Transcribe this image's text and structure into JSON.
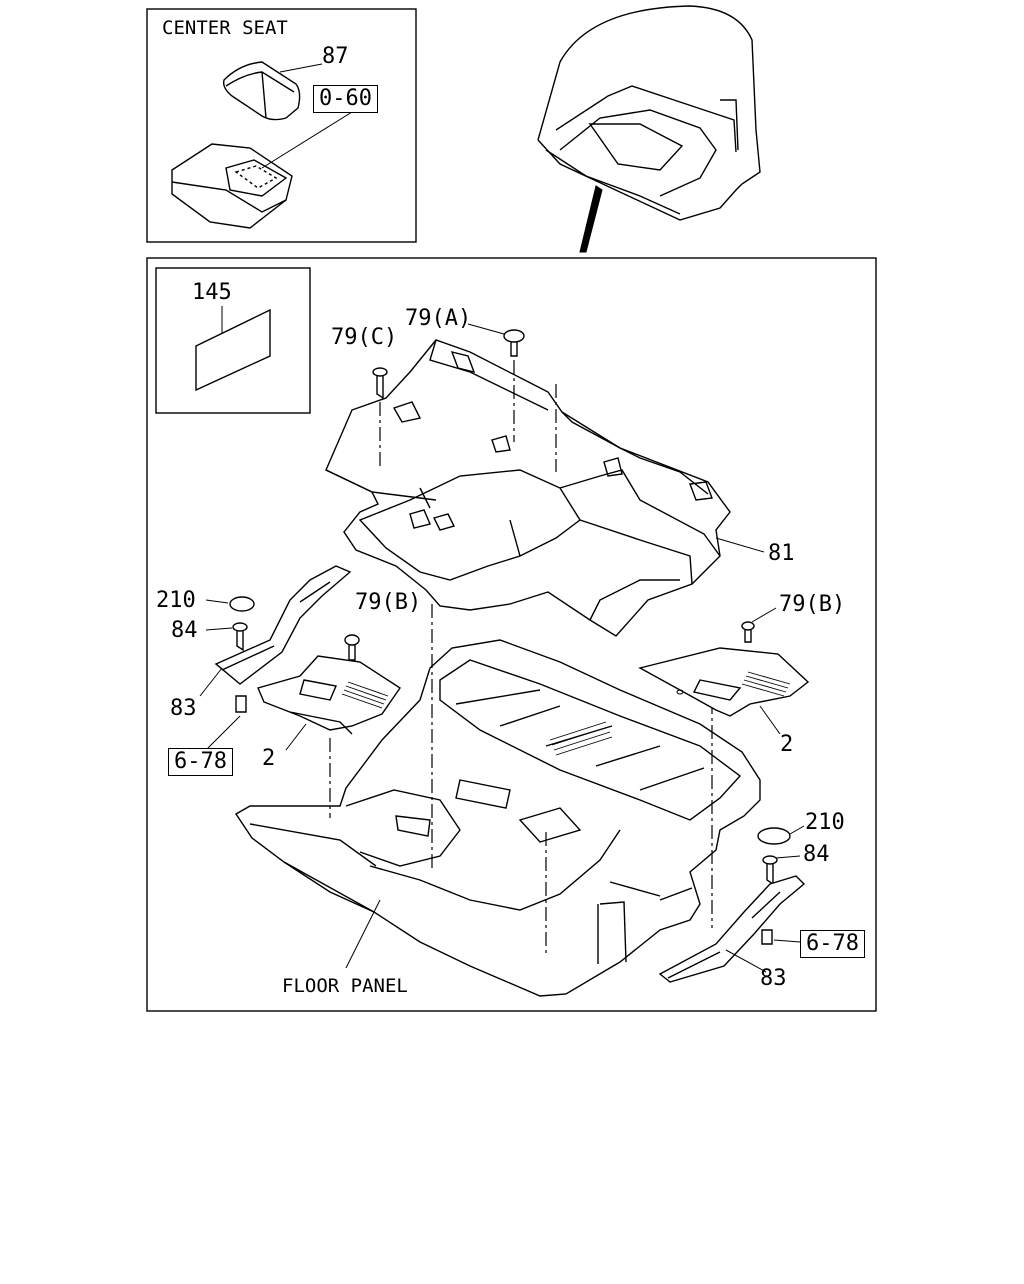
{
  "labels": {
    "center_seat": "CENTER SEAT",
    "p87": "87",
    "ref_060": "0-60",
    "p145": "145",
    "p79a": "79(A)",
    "p79c": "79(C)",
    "p81": "81",
    "p210_left": "210",
    "p84_left": "84",
    "p79b_left": "79(B)",
    "p83_left": "83",
    "ref_678_left": "6-78",
    "p2_left": "2",
    "p79b_right": "79(B)",
    "p2_right": "2",
    "p210_right": "210",
    "p84_right": "84",
    "ref_678_right": "6-78",
    "p83_right": "83",
    "floor_panel": "FLOOR PANEL"
  }
}
